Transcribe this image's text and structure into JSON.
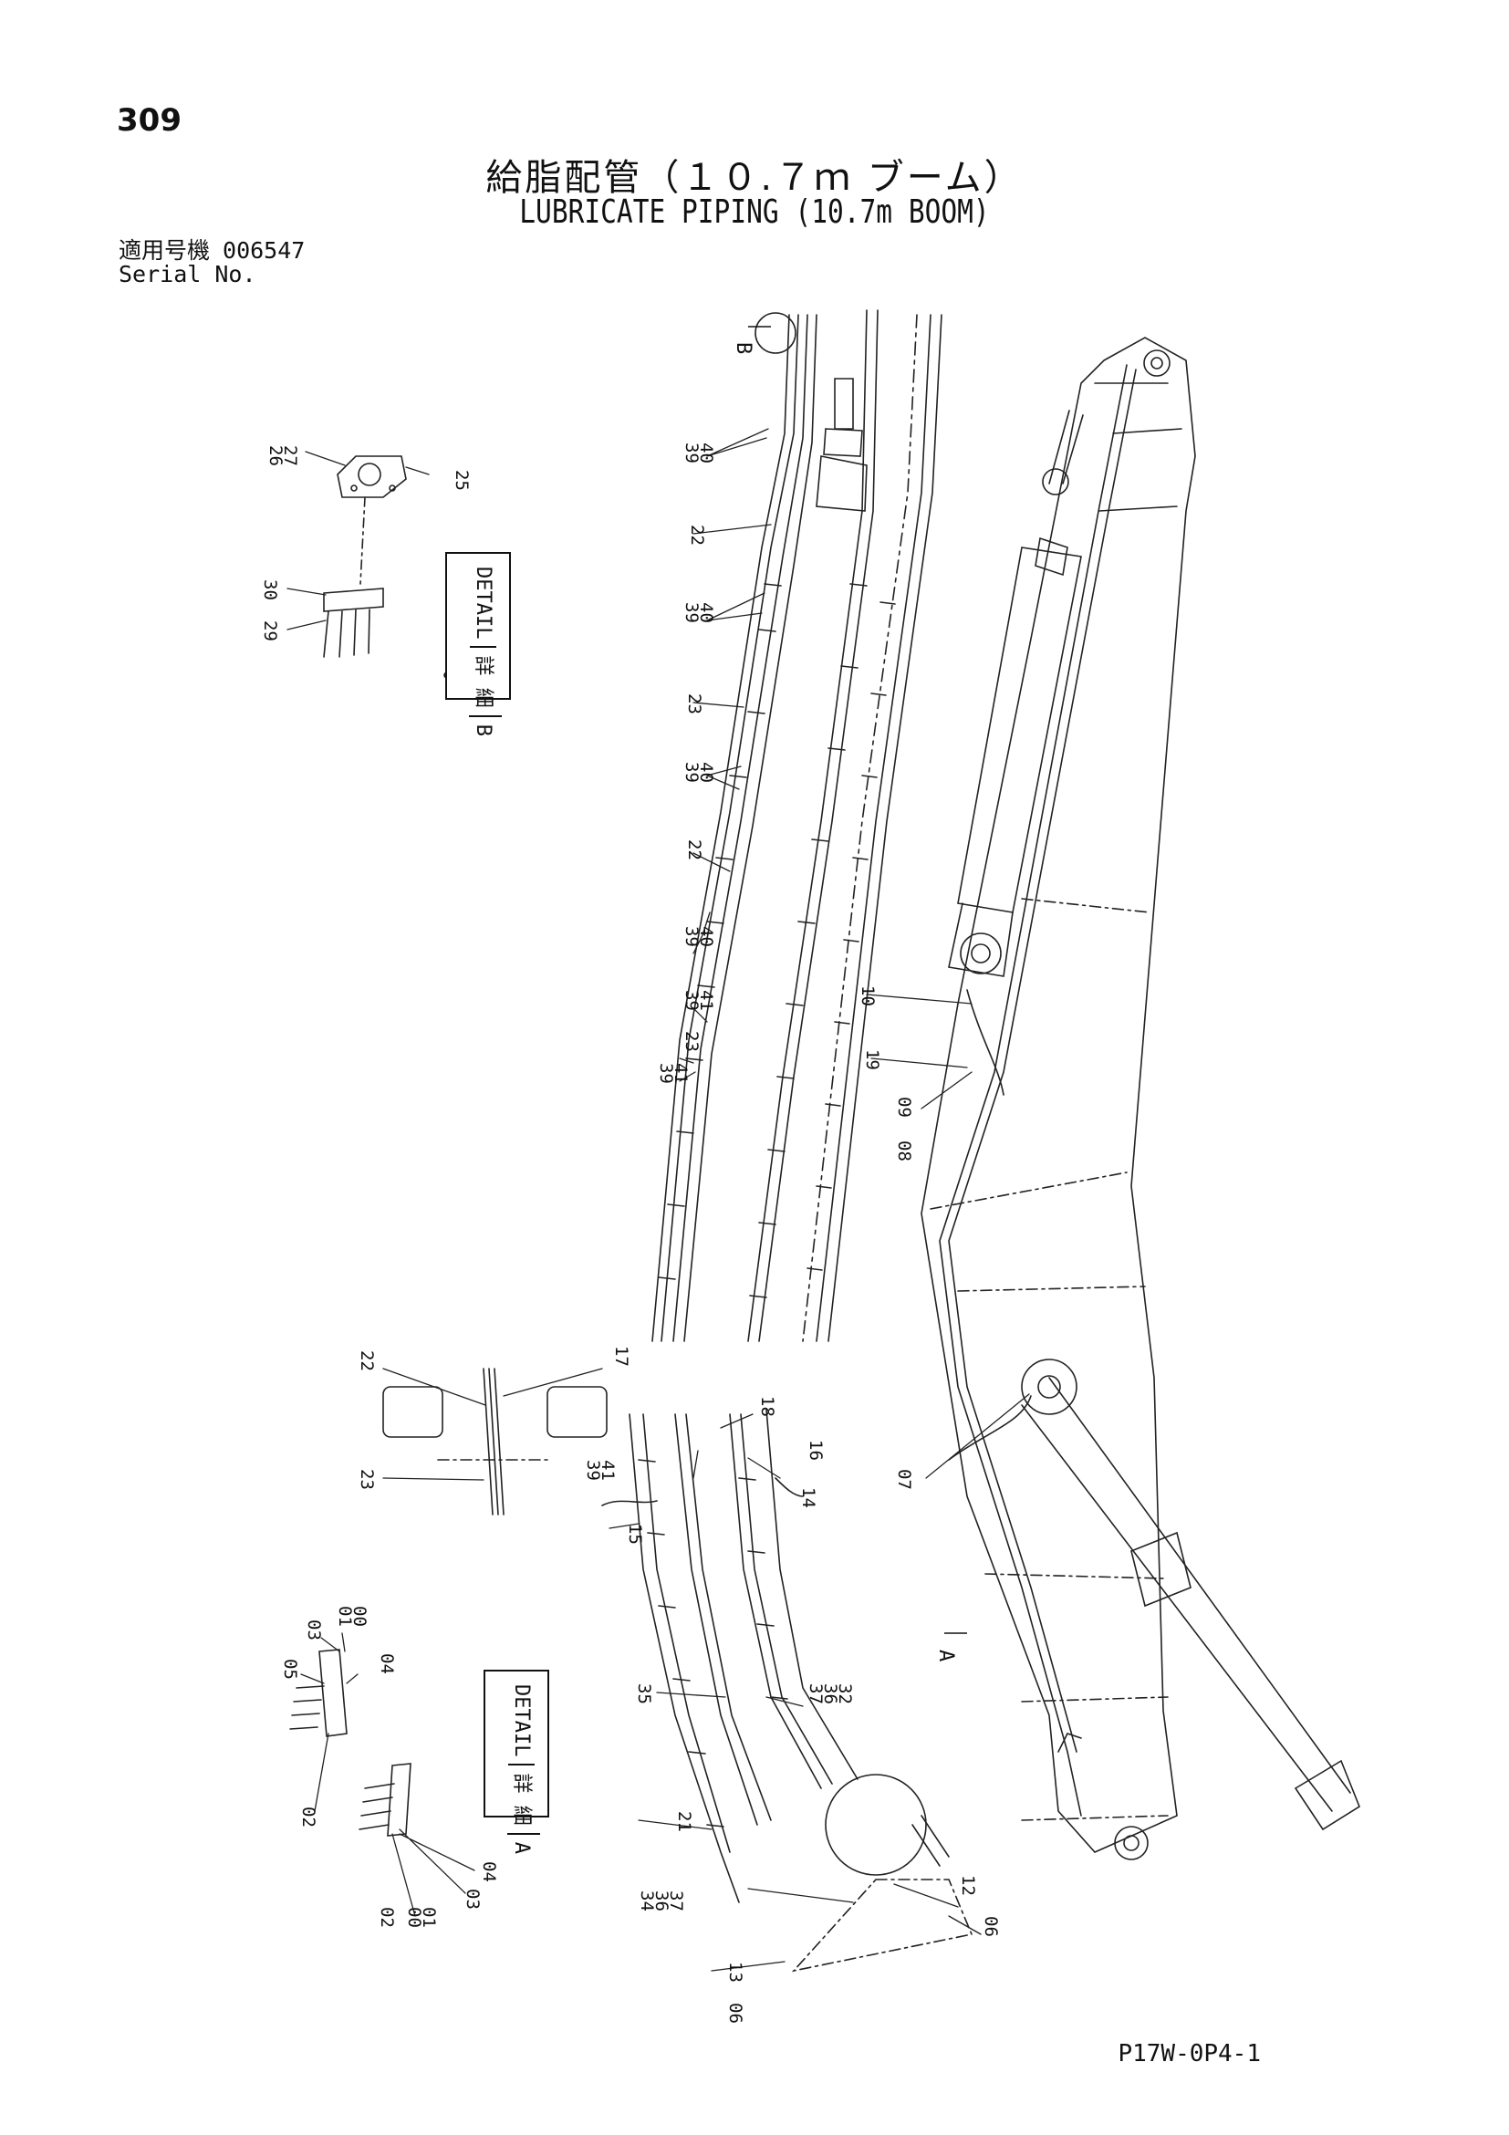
{
  "page_number": "309",
  "title_jp": "給脂配管（１０.７ｍ ブーム）",
  "title_en": "LUBRICATE PIPING (10.7m BOOM)",
  "serial": {
    "label_jp": "適用号機",
    "number": "006547",
    "label_en": "Serial No."
  },
  "detail_b": {
    "label": "DETAIL",
    "label_jp": "詳 細",
    "letter": "B"
  },
  "detail_a": {
    "label": "DETAIL",
    "label_jp": "詳 細",
    "letter": "A"
  },
  "markers": {
    "b": "B",
    "a": "A"
  },
  "callouts": {
    "c27": "27",
    "c26": "26",
    "c25": "25",
    "c30": "30",
    "c29": "29",
    "c40a": "40",
    "c39a": "39",
    "c22a": "22",
    "c40b": "40",
    "c39b": "39",
    "c23a": "23",
    "c40c": "40",
    "c39c": "39",
    "c22b": "22",
    "c40d": "40",
    "c39d": "39",
    "c41a": "41",
    "c39e": "39",
    "c23b": "23",
    "c41b": "41",
    "c39f": "39",
    "c10": "10",
    "c19": "19",
    "c09": "09",
    "c08": "08",
    "c07": "07",
    "c22c": "22",
    "c17": "17",
    "c23c": "23",
    "c18": "18",
    "c41c": "41",
    "c39g": "39",
    "c16": "16",
    "c14": "14",
    "c15": "15",
    "c03a": "03",
    "c00a": "00",
    "c01a": "01",
    "c05": "05",
    "c04a": "04",
    "c02a": "02",
    "c35": "35",
    "c32": "32",
    "c36": "36",
    "c37a": "37",
    "c21": "21",
    "c04b": "04",
    "c03b": "03",
    "c01b": "01",
    "c00b": "00",
    "c02b": "02",
    "c37b": "37",
    "c36b": "36",
    "c34": "34",
    "c12": "12",
    "c06a": "06",
    "c13": "13",
    "c06b": "06"
  },
  "drawing_code": "P17W-0P4-1"
}
